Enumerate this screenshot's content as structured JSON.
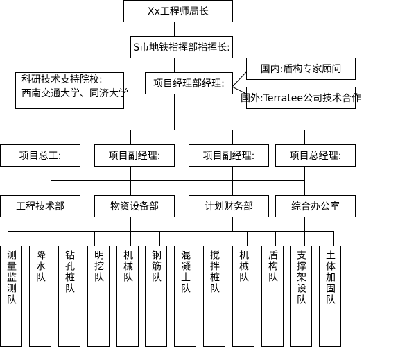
{
  "top": "Xx工程师局长",
  "commander": "S市地铁指挥部指挥长:",
  "project_manager": "项目经理部经理:",
  "support": {
    "line1": "科研技术支持院校:",
    "line2": "西南交通大学、同济大学"
  },
  "domestic": "国内:盾构专家顾问",
  "foreign": "国外:Terratee公司技术合作",
  "managers": [
    "项目总工:",
    "项目副经理:",
    "项目副经理:",
    "项目总经理:"
  ],
  "departments": [
    "工程技术部",
    "物资设备部",
    "计划财务部",
    "综合办公室"
  ],
  "teams": [
    "测量监测队",
    "降水队",
    "钻孔桩队",
    "明挖队",
    "机械队",
    "钢筋队",
    "混凝土队",
    "搅拌桩队",
    "机械队",
    "盾构队",
    "支撑架设队",
    "土体加固队"
  ]
}
